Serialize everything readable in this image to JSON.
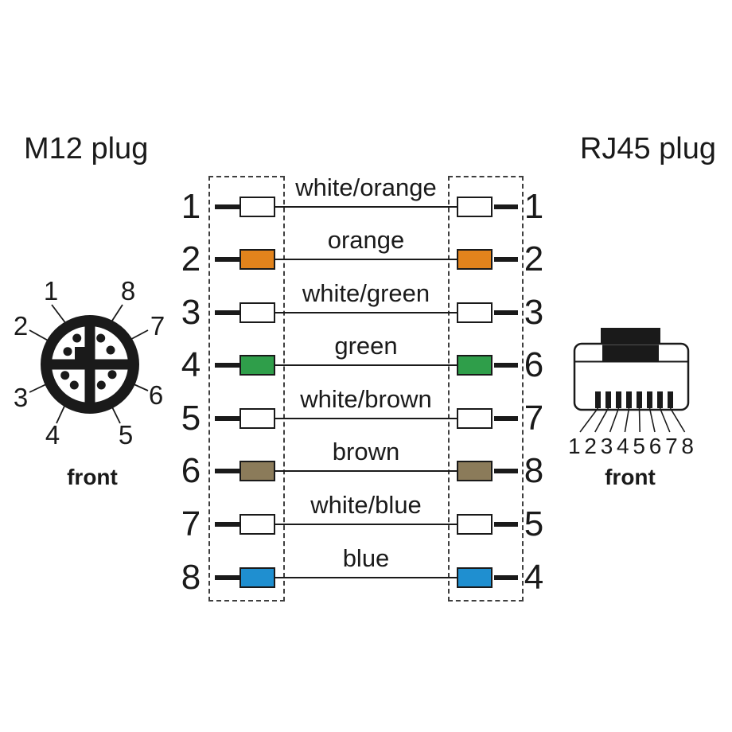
{
  "titles": {
    "m12": "M12 plug",
    "rj45": "RJ45 plug"
  },
  "m12_connector": {
    "pin_labels": {
      "p1": "1",
      "p2": "2",
      "p3": "3",
      "p4": "4",
      "p5": "5",
      "p6": "6",
      "p7": "7",
      "p8": "8"
    },
    "front_label": "front"
  },
  "rj45_connector": {
    "pin_labels": [
      "1",
      "2",
      "3",
      "4",
      "5",
      "6",
      "7",
      "8"
    ],
    "front_label": "front"
  },
  "wiring": {
    "rows": [
      {
        "m12_pin": "1",
        "rj45_pin": "1",
        "wire": "white/orange",
        "box_color": "#ffffff"
      },
      {
        "m12_pin": "2",
        "rj45_pin": "2",
        "wire": "orange",
        "box_color": "#e2831c"
      },
      {
        "m12_pin": "3",
        "rj45_pin": "3",
        "wire": "white/green",
        "box_color": "#ffffff"
      },
      {
        "m12_pin": "4",
        "rj45_pin": "6",
        "wire": "green",
        "box_color": "#2f9e4a"
      },
      {
        "m12_pin": "5",
        "rj45_pin": "7",
        "wire": "white/brown",
        "box_color": "#ffffff"
      },
      {
        "m12_pin": "6",
        "rj45_pin": "8",
        "wire": "brown",
        "box_color": "#8b7b5a"
      },
      {
        "m12_pin": "7",
        "rj45_pin": "5",
        "wire": "white/blue",
        "box_color": "#ffffff"
      },
      {
        "m12_pin": "8",
        "rj45_pin": "4",
        "wire": "blue",
        "box_color": "#1f8fd0"
      }
    ]
  },
  "colors": {
    "line": "#1a1a1a",
    "orange": "#e2831c",
    "green": "#2f9e4a",
    "brown": "#8b7b5a",
    "blue": "#1f8fd0",
    "dashed_outline": "#3f3f3f"
  }
}
